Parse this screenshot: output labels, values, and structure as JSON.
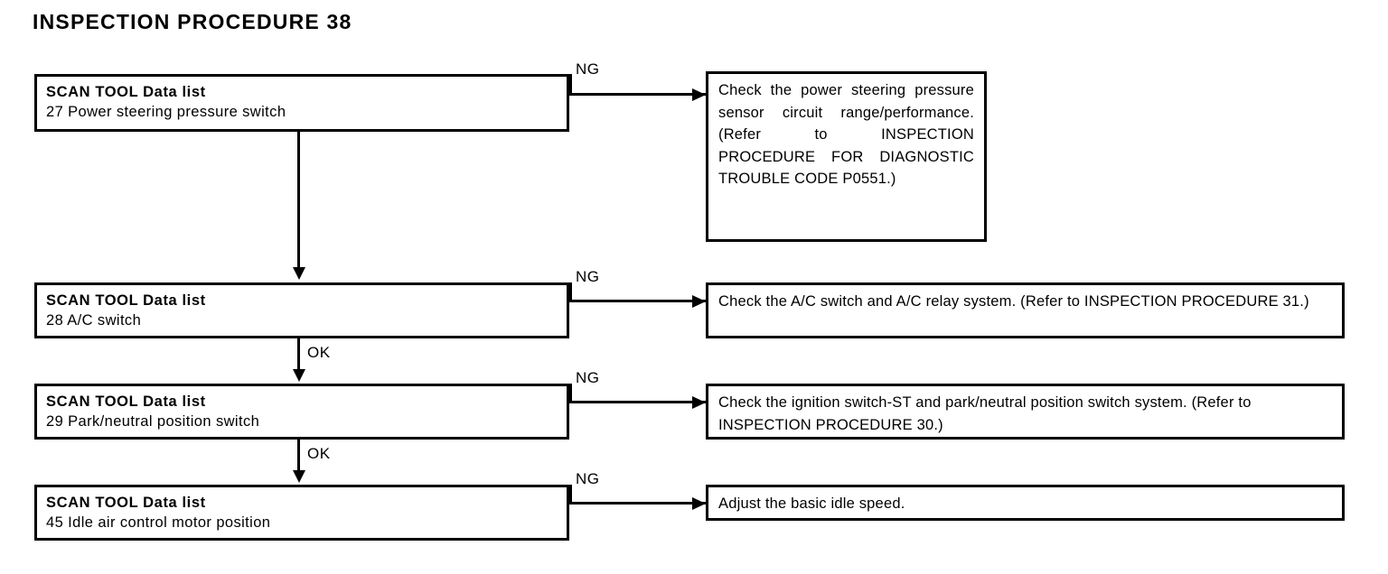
{
  "page": {
    "title": "INSPECTION PROCEDURE 38"
  },
  "labels": {
    "ng": "NG",
    "ok": "OK"
  },
  "steps": [
    {
      "heading": "SCAN TOOL Data list",
      "item": "27 Power steering pressure switch",
      "branch_label": "NG",
      "next_label": "",
      "action": "Check the power steering pressure sensor circuit range/performance. (Refer to INSPECTION PROCEDURE FOR DIAGNOSTIC TROUBLE CODE P0551.)"
    },
    {
      "heading": "SCAN TOOL Data list",
      "item": "28 A/C switch",
      "branch_label": "NG",
      "next_label": "OK",
      "action": "Check the A/C switch and A/C relay system. (Refer to INSPECTION PROCEDURE 31.)"
    },
    {
      "heading": "SCAN TOOL Data list",
      "item": "29 Park/neutral position switch",
      "branch_label": "NG",
      "next_label": "OK",
      "action": "Check the ignition switch-ST and  park/neutral position switch system. (Refer to INSPECTION PROCEDURE 30.)"
    },
    {
      "heading": "SCAN TOOL Data list",
      "item": "45 Idle air control motor position",
      "branch_label": "NG",
      "next_label": "",
      "action": "Adjust the basic idle speed."
    }
  ],
  "colors": {
    "ink": "#000000",
    "paper": "#ffffff"
  }
}
